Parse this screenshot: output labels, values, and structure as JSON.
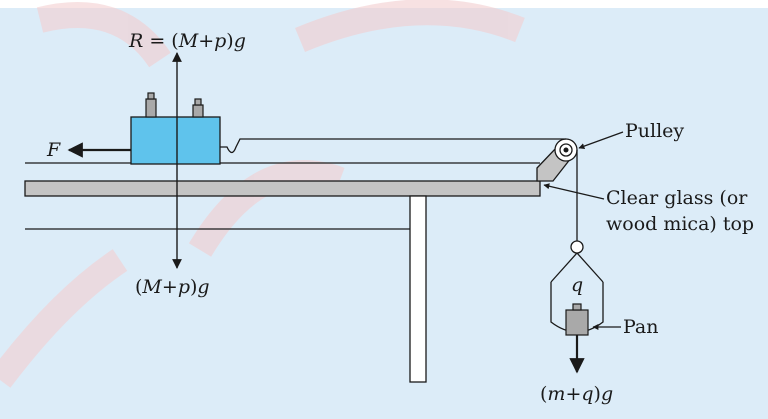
{
  "colors": {
    "panel_bg": "#dcecf8",
    "block_fill": "#5fc3ec",
    "table_fill": "#c4c4c4",
    "ink": "#1a1a1a",
    "watermark": "#f3ced0"
  },
  "labels": {
    "reaction": {
      "r": "R",
      "eq": " = (",
      "M": "M",
      "plus1": "+",
      "p": "p",
      "close": ")",
      "g": "g"
    },
    "weight_block": {
      "open": "(",
      "M": "M",
      "plus": "+",
      "p": "p",
      "close": ")",
      "g": "g"
    },
    "force": "F",
    "pulley": "Pulley",
    "top_line1": "Clear glass (or",
    "top_line2": "wood mica) top",
    "pan_mass": "q",
    "pan": "Pan",
    "weight_pan": {
      "open": "(",
      "m": "m",
      "plus": "+",
      "q": "q",
      "close": ")",
      "g": "g"
    }
  }
}
